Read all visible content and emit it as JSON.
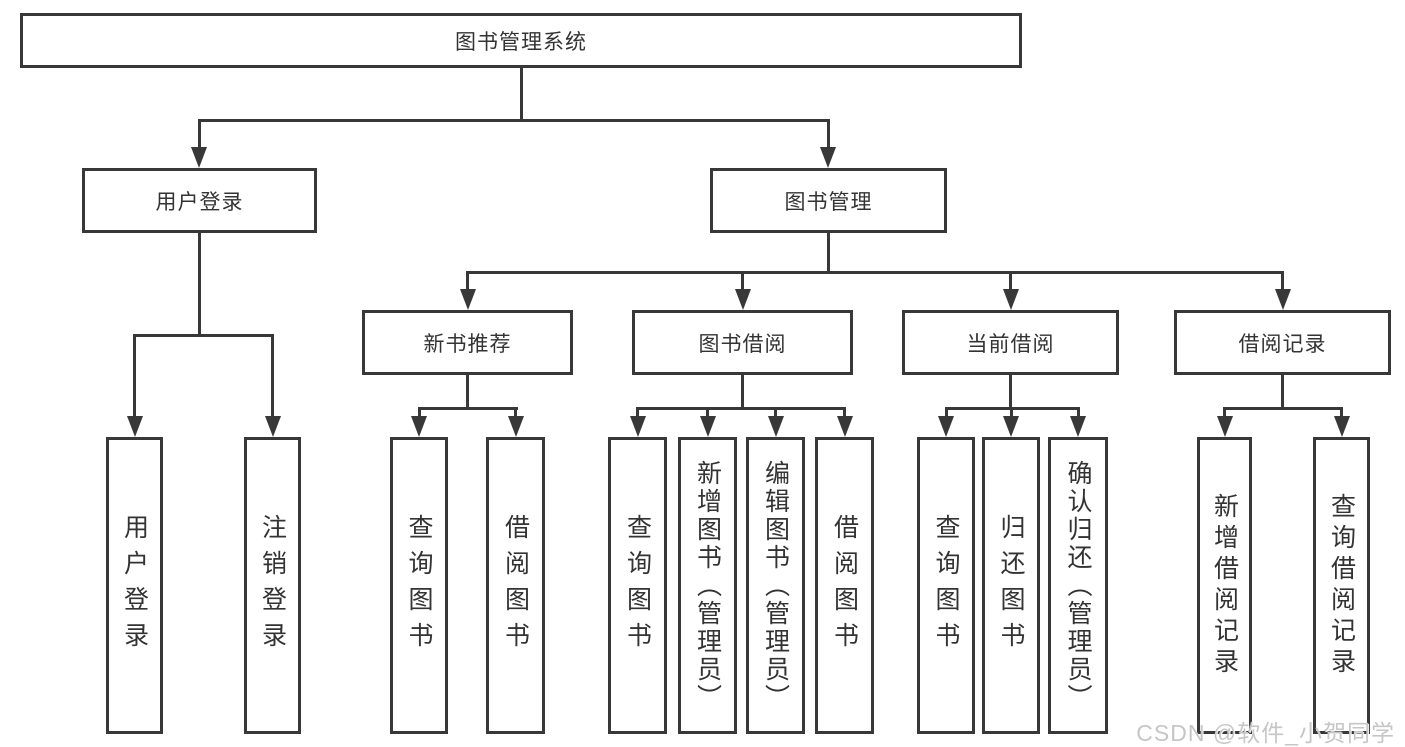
{
  "nodes": {
    "root": "图书管理系统",
    "login": "用户登录",
    "management": "图书管理",
    "recommend": "新书推荐",
    "borrow": "图书借阅",
    "current": "当前借阅",
    "records": "借阅记录"
  },
  "leaves": {
    "login_user": "用户登录",
    "login_logout": "注销登录",
    "rec_query": "查询图书",
    "rec_borrow": "借阅图书",
    "bor_query": "查询图书",
    "bor_add": "新增图书（管理员）",
    "bor_edit": "编辑图书（管理员）",
    "bor_borrow": "借阅图书",
    "cur_query": "查询图书",
    "cur_return": "归还图书",
    "cur_confirm": "确认归还（管理员）",
    "rc_add": "新增借阅记录",
    "rc_query": "查询借阅记录"
  },
  "watermark": "CSDN @软件_小贺同学",
  "colors": {
    "line": "#383838",
    "text": "#333333",
    "watermark": "#c6c6c6",
    "background": "#ffffff"
  }
}
